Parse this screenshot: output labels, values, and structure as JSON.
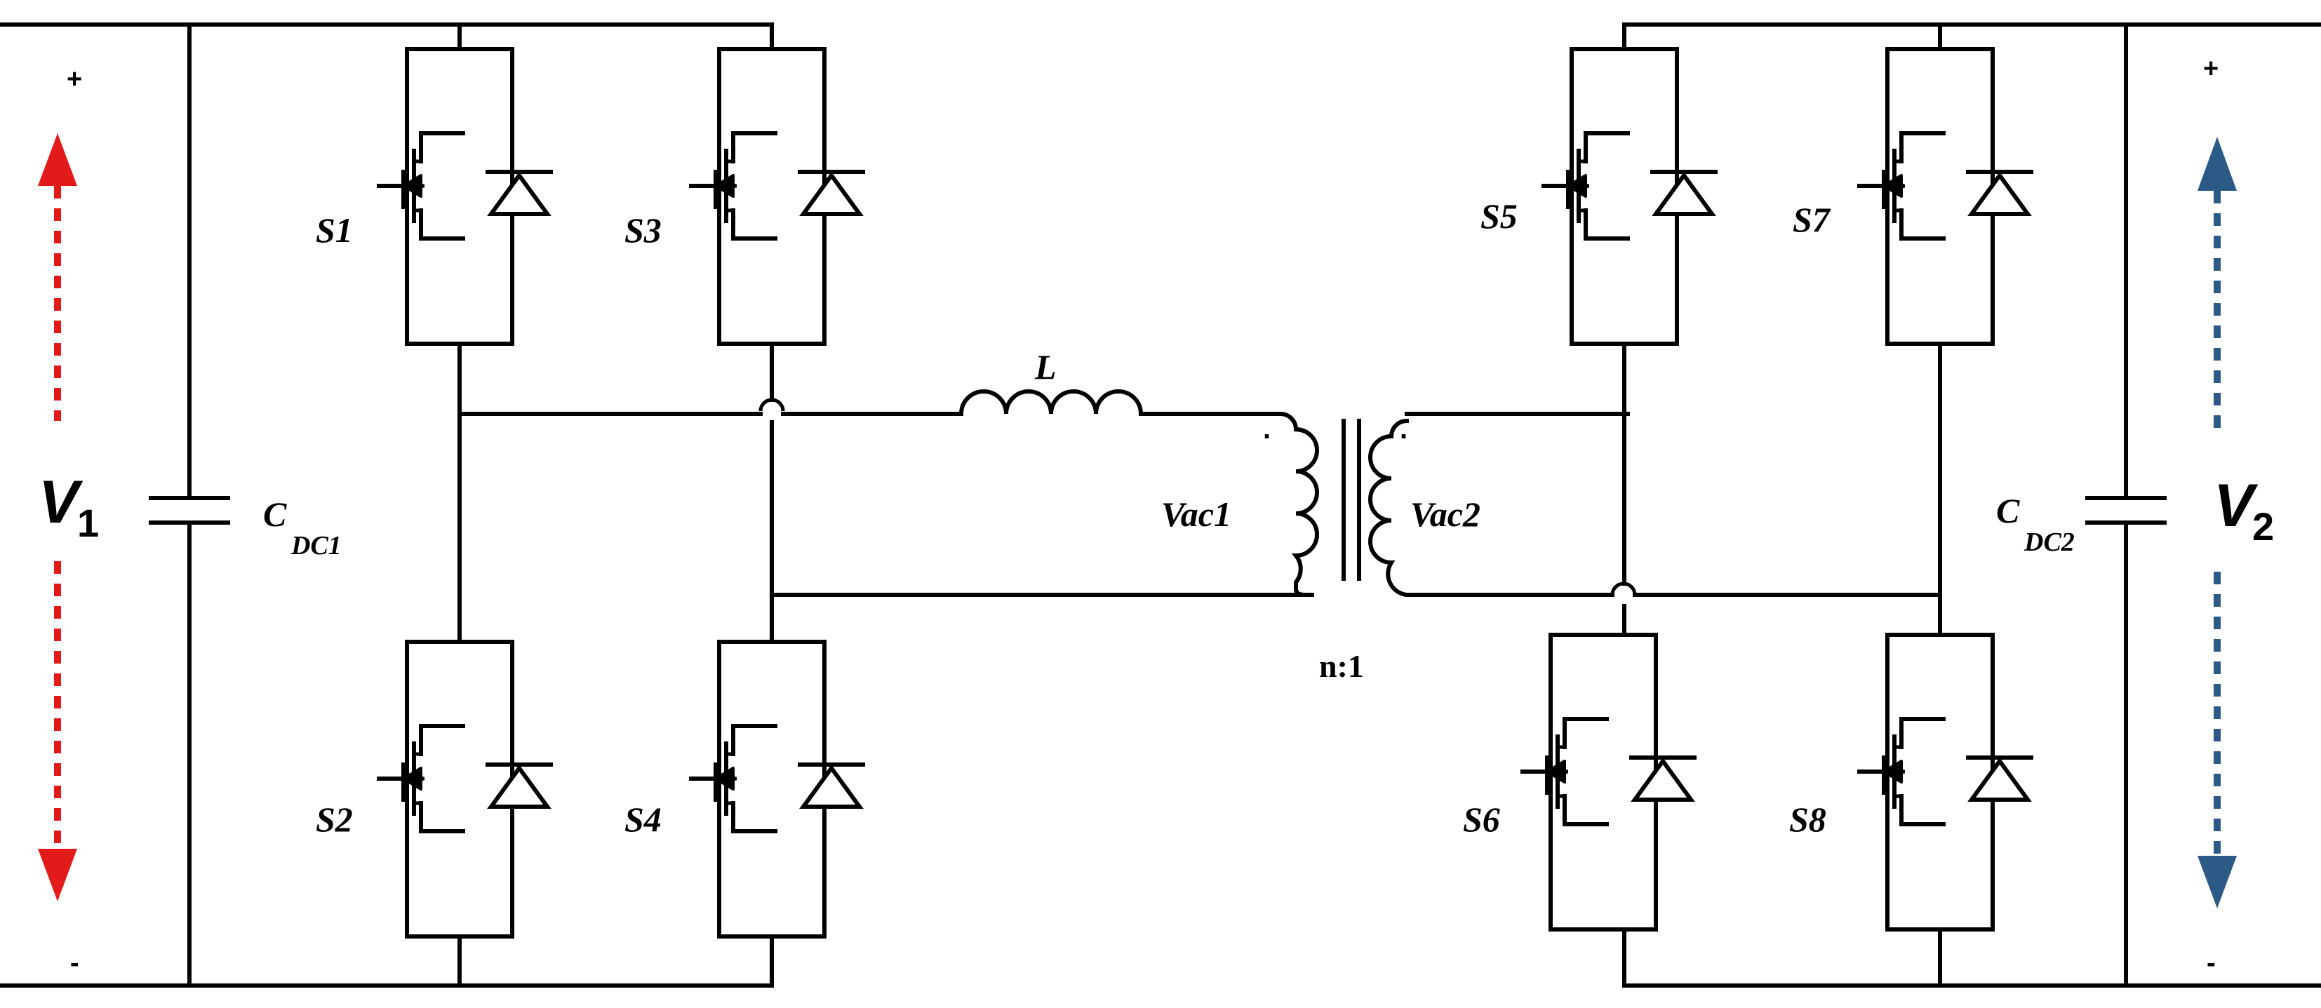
{
  "switches": {
    "s1": "S1",
    "s2": "S2",
    "s3": "S3",
    "s4": "S4",
    "s5": "S5",
    "s6": "S6",
    "s7": "S7",
    "s8": "S8"
  },
  "inductor_label": "L",
  "transformer": {
    "primary_label": "Vac1",
    "secondary_label": "Vac2",
    "ratio_label": "n:1",
    "polarity_dot": "."
  },
  "capacitors": {
    "c1": {
      "main": "C",
      "sub": "DC1"
    },
    "c2": {
      "main": "C",
      "sub": "DC2"
    }
  },
  "voltages": {
    "v1": {
      "main": "V",
      "sub": "1"
    },
    "v2": {
      "main": "V",
      "sub": "2"
    }
  },
  "polarity": {
    "plus": "+",
    "minus": "-"
  },
  "colors": {
    "wire": "#000000",
    "v1_arrow": "#e31a1a",
    "v2_arrow": "#2a5a85"
  }
}
